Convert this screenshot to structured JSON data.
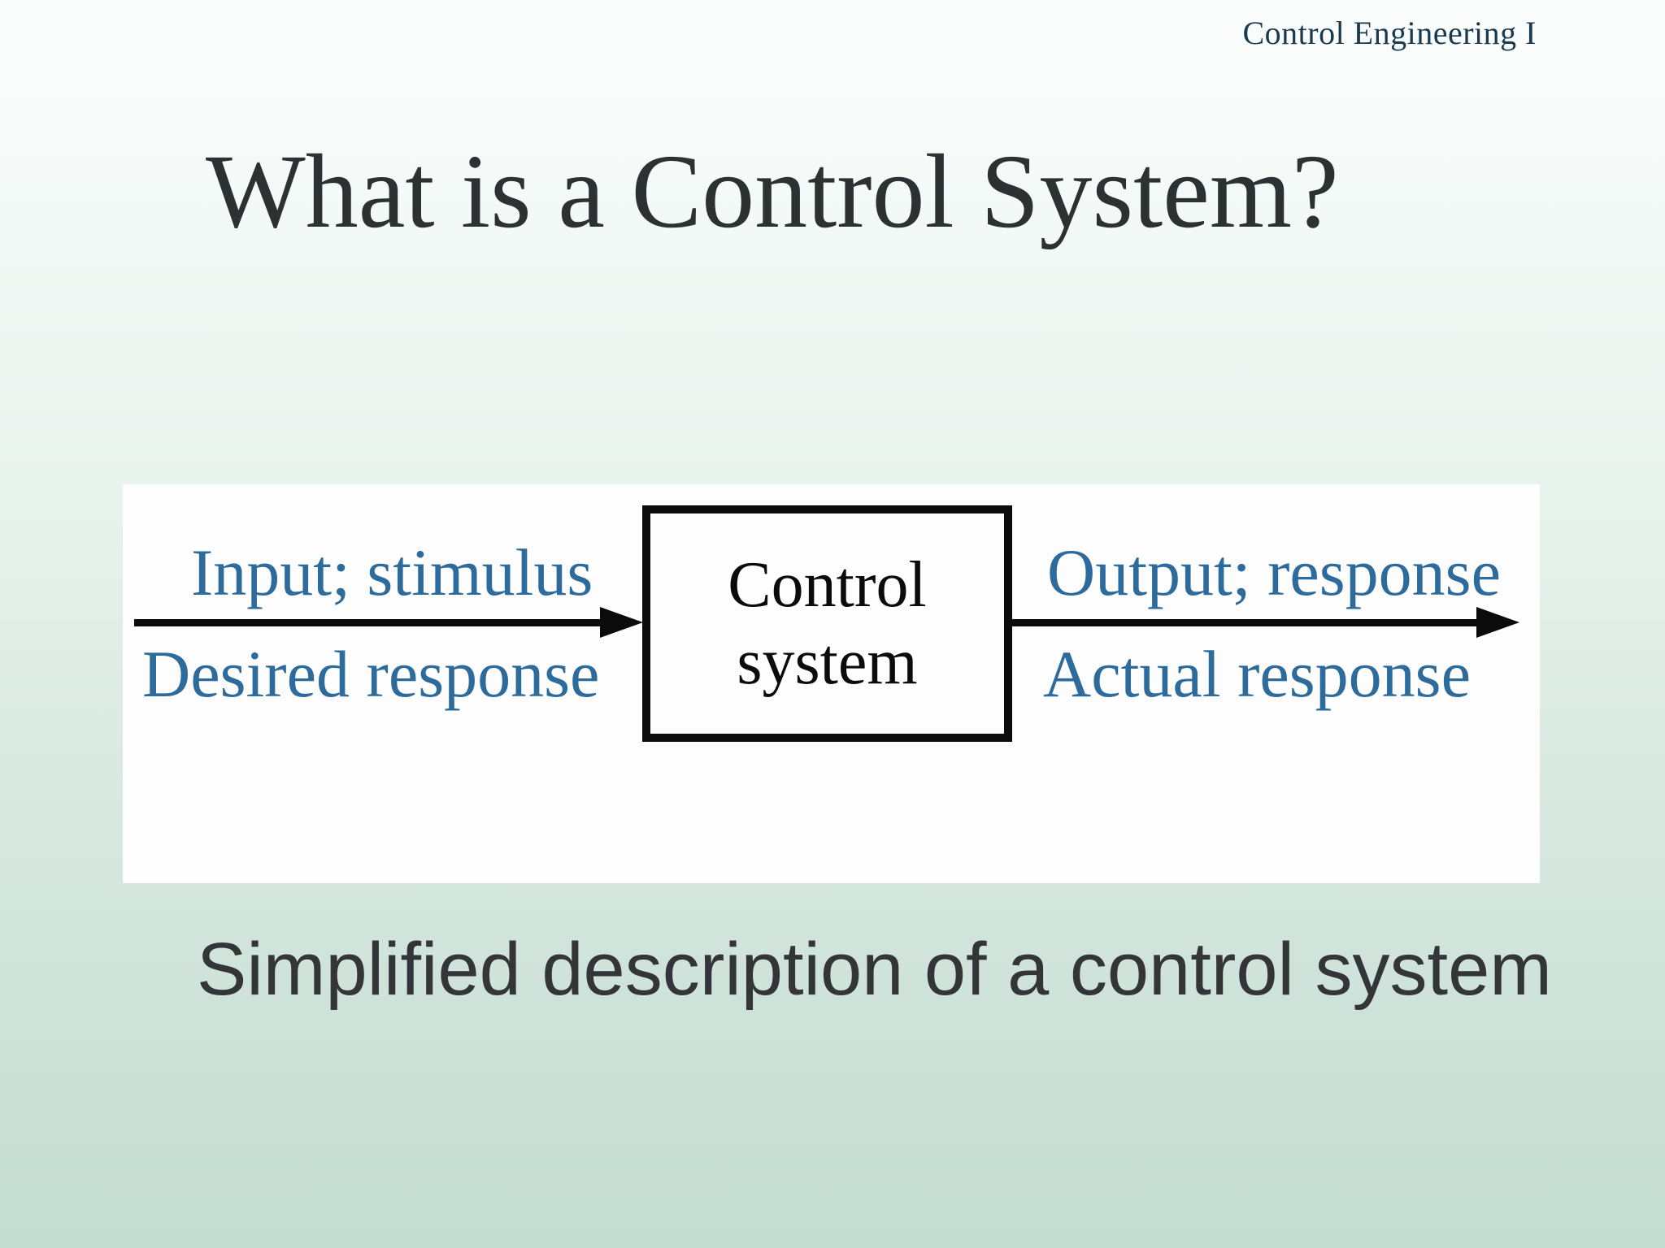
{
  "slide": {
    "course_label": "Control Engineering I",
    "title": "What is a Control System?",
    "caption": "Simplified description of a control system"
  },
  "diagram": {
    "input_label_top": "Input; stimulus",
    "input_label_bottom": "Desired response",
    "box_label_line1": "Control",
    "box_label_line2": "system",
    "output_label_top": "Output; response",
    "output_label_bottom": "Actual response"
  },
  "colors": {
    "bg_top": "#fbfdfc",
    "bg_bottom": "#c5ddd2",
    "panel_white": "#fcfdfc",
    "label_blue": "#2e6b9d",
    "ink_black": "#0b0b0b",
    "title_dark": "#2e3132",
    "caption_dark": "#333538",
    "header_navy": "#1a3a52"
  }
}
